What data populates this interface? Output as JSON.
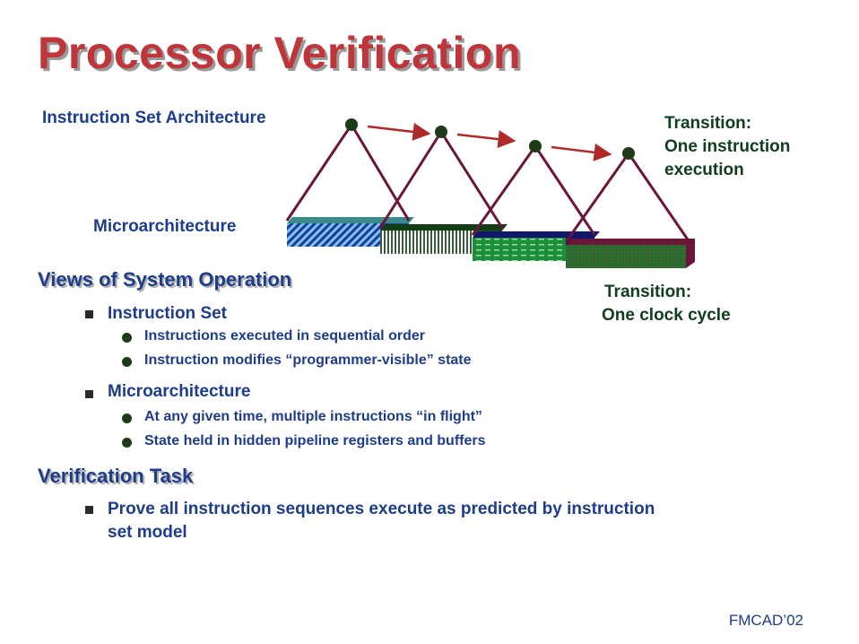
{
  "title": "Processor Verification",
  "diagram": {
    "isa_label": "Instruction Set Architecture",
    "micro_label": "Microarchitecture",
    "transition_top": [
      "Transition:",
      "One instruction",
      "execution"
    ],
    "transition_bottom": [
      "Transition:",
      "One clock cycle"
    ]
  },
  "views": {
    "heading": "Views of System Operation",
    "items": [
      {
        "label": "Instruction Set",
        "subitems": [
          "Instructions executed in sequential order",
          "Instruction modifies “programmer-visible” state"
        ]
      },
      {
        "label": "Microarchitecture",
        "subitems": [
          "At any given time, multiple instructions “in flight”",
          "State held in hidden pipeline registers and buffers"
        ]
      }
    ]
  },
  "task": {
    "heading": "Verification Task",
    "items": [
      "Prove all instruction sequences execute as predicted by instruction",
      "set model"
    ]
  },
  "footer": "FMCAD’02",
  "colors": {
    "title": "#c0353a",
    "text_blue": "#1d3c8a",
    "text_green": "#0f3d1e",
    "triangle": "#6b1538",
    "arrow": "#b02a2a"
  }
}
